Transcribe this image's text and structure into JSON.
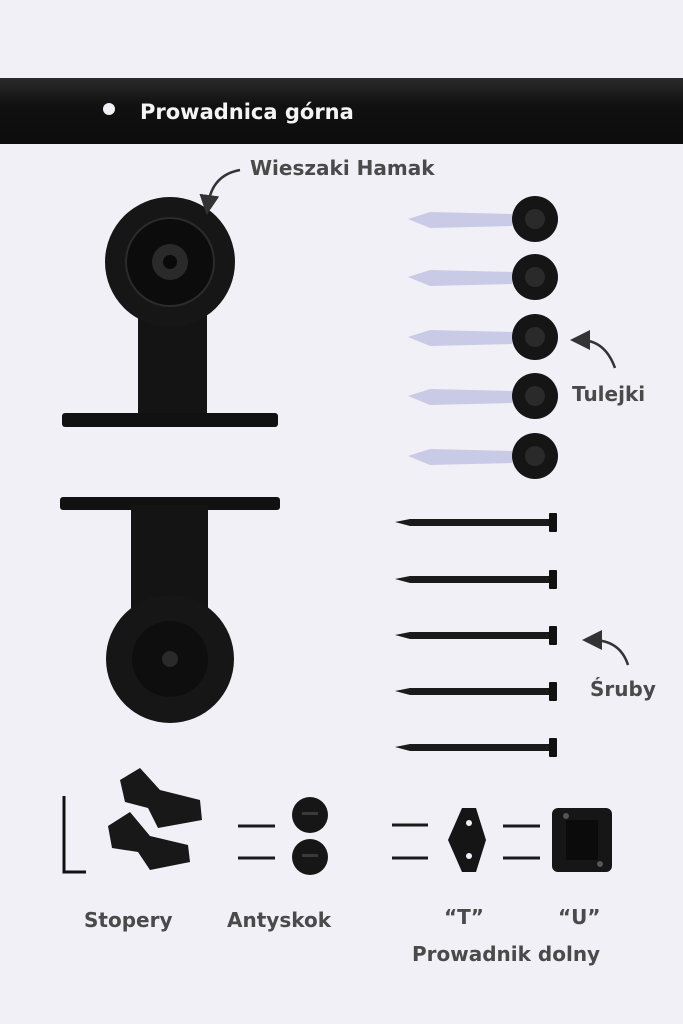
{
  "labels": {
    "top_rail": "Prowadnica górna",
    "hangers": "Wieszaki Hamak",
    "sleeves": "Tulejki",
    "screws": "Śruby",
    "stoppers": "Stopery",
    "anti_jump": "Antyskok",
    "guide_t": "“T”",
    "guide_u": "“U”",
    "bottom_guide": "Prowadnik dolny"
  },
  "colors": {
    "background": "#f1f0f7",
    "hardware": "#111111",
    "anchor": "#c9cbe6",
    "text": "#4a4a4a"
  }
}
